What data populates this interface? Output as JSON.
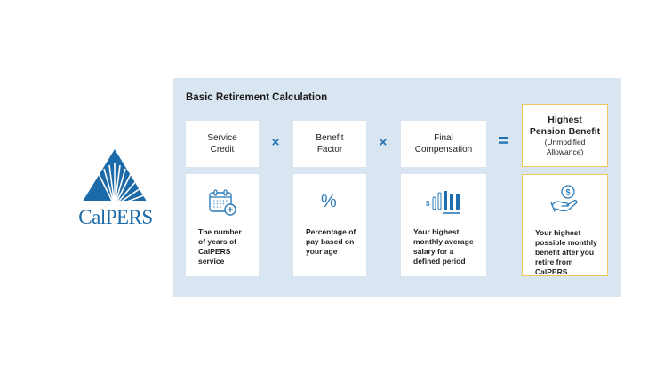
{
  "logo": {
    "text": "CalPERS",
    "color": "#1c6aa8"
  },
  "panel": {
    "title": "Basic Retirement Calculation",
    "background": "#d9e5f1",
    "accent": "#1f6fb0",
    "highlight_border": "#f2c75c"
  },
  "operators": {
    "multiply_1": "×",
    "multiply_2": "×",
    "equals": "="
  },
  "columns": [
    {
      "title_line1": "Service",
      "title_line2": "Credit",
      "icon": "calendar-plus-icon",
      "description": [
        "The number",
        "of years of",
        "CalPERS service"
      ]
    },
    {
      "title_line1": "Benefit",
      "title_line2": "Factor",
      "icon": "percent-icon",
      "icon_glyph": "%",
      "description": [
        "Percentage of",
        "pay based on",
        "your age"
      ]
    },
    {
      "title_line1": "Final",
      "title_line2": "Compensation",
      "icon": "salary-bars-icon",
      "icon_glyph": "$",
      "description": [
        "Your highest",
        "monthly average",
        "salary for a",
        "defined period"
      ]
    },
    {
      "title_line1": "Highest",
      "title_line2": "Pension Benefit",
      "subtitle_line1": "(Unmodified",
      "subtitle_line2": "Allowance)",
      "icon": "hand-coin-icon",
      "icon_glyph": "$",
      "description": [
        "Your highest",
        "possible monthly",
        "benefit after you",
        "retire from CalPERS"
      ]
    }
  ]
}
